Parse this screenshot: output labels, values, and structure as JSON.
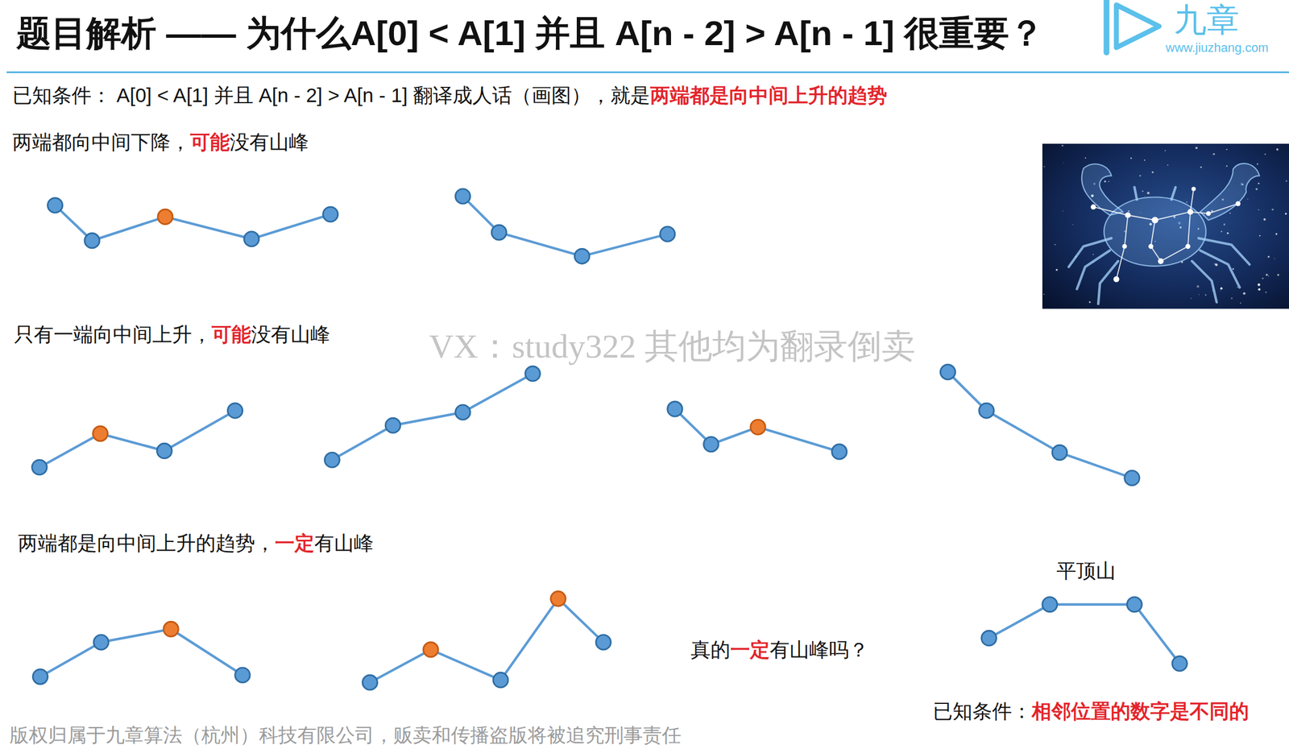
{
  "diagram": {
    "title": "题目解析 —— 为什么A[0] < A[1] 并且 A[n - 2] > A[n - 1] 很重要？",
    "labels": [
      "已知条件： A[0] < A[1] 并且 A[n - 2] > A[n - 1] 翻译成人话（画图），就是",
      "两端都是向中间上升的趋势",
      "两端都向中间下降，",
      "可能",
      "没有山峰",
      "只有一端向中间上升，",
      "可能",
      "没有山峰",
      "两端都是向中间上升的趋势，",
      "一定",
      "有山峰",
      "VX：study322 其他均为翻录倒卖",
      "真的",
      "一定",
      "有山峰吗？",
      "平顶山",
      "已知条件：",
      "相邻位置的数字是不同的",
      "版权归属于九章算法（杭州）科技有限公司，贩卖和传播盗版将被追究刑事责任",
      "九章",
      "www.jiuzhang.com"
    ]
  }
}
